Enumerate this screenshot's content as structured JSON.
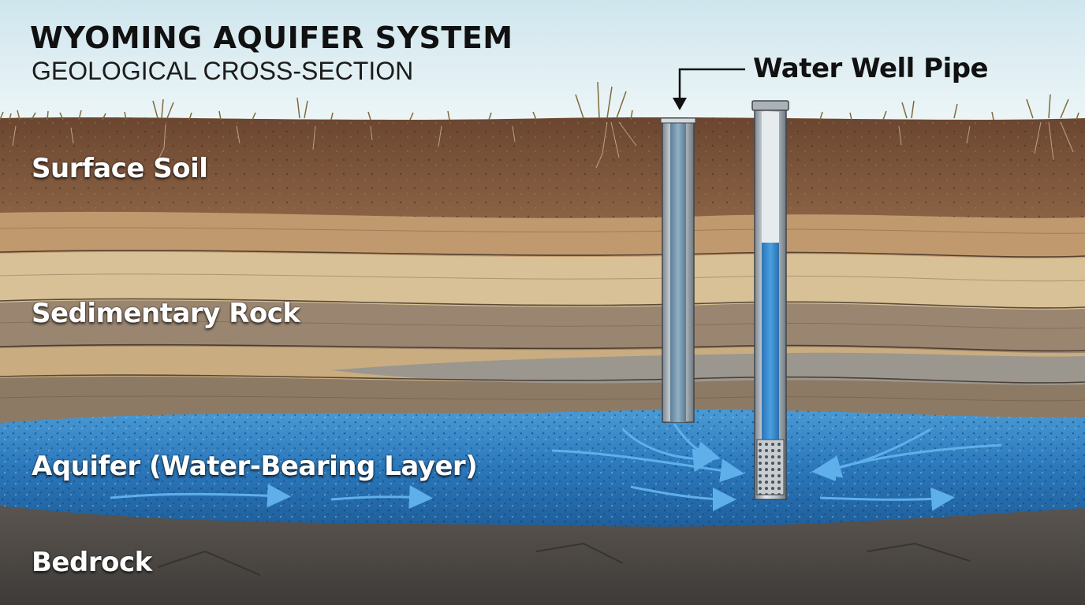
{
  "header": {
    "title": "WYOMING AQUIFER SYSTEM",
    "subtitle": "GEOLOGICAL CROSS-SECTION"
  },
  "callout": {
    "label": "Water Well Pipe"
  },
  "layers": {
    "surface_soil": "Surface Soil",
    "sedimentary_rock": "Sedimentary Rock",
    "aquifer": "Aquifer (Water-Bearing Layer)",
    "bedrock": "Bedrock"
  },
  "colors": {
    "sky": "#dcedf2",
    "soil": "#7a5438",
    "sediment_light": "#cfb58a",
    "sediment_dark": "#8f7a60",
    "sediment_grey": "#9c9890",
    "aquifer": "#2f7fbf",
    "bedrock": "#4f4b47",
    "pipe_steel": "#b9c0c6",
    "pipe_water": "#3b8fd3"
  }
}
